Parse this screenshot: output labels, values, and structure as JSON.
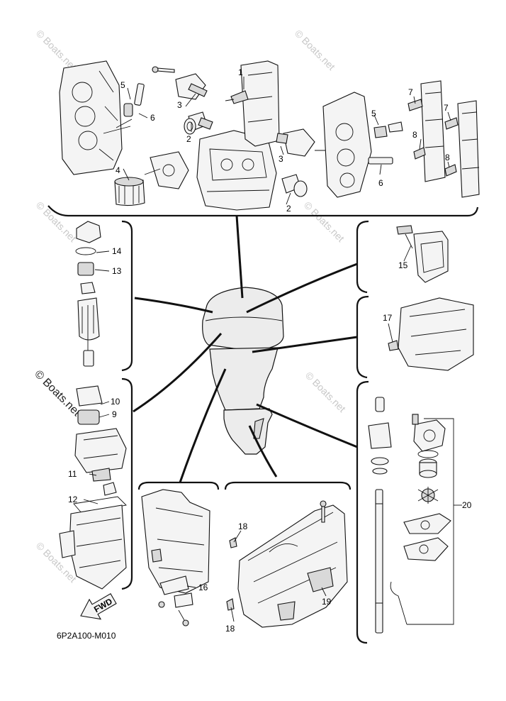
{
  "diagram": {
    "code_label": "6P2A100-M010",
    "fwd_label": "FWD",
    "watermark_big": "© Boats.net",
    "watermark_small": "© Boats.net",
    "callouts": [
      "1",
      "2",
      "2",
      "3",
      "3",
      "4",
      "5",
      "5",
      "6",
      "6",
      "7",
      "7",
      "8",
      "8",
      "9",
      "10",
      "11",
      "12",
      "13",
      "14",
      "15",
      "16",
      "17",
      "18",
      "18",
      "19",
      "20"
    ]
  }
}
